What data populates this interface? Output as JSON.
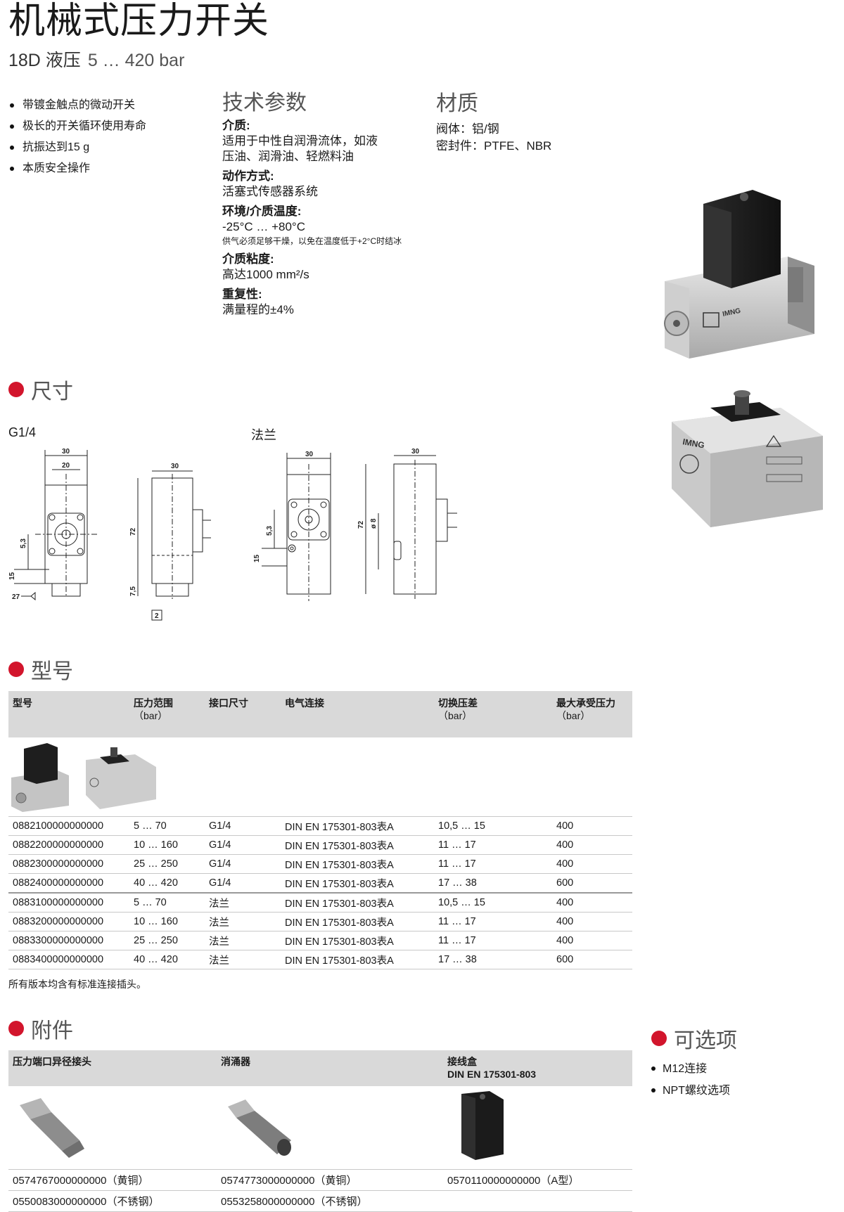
{
  "header": {
    "title": "机械式压力开关",
    "subtitle_model": "18D 液压",
    "subtitle_range": "5 … 420 bar"
  },
  "features": [
    "带镀金触点的微动开关",
    "极长的开关循环使用寿命",
    "抗振达到15 g",
    "本质安全操作"
  ],
  "params": {
    "heading": "技术参数",
    "medium_label": "介质:",
    "medium_line1": "适用于中性自润滑流体，如液",
    "medium_line2": "压油、润滑油、轻燃料油",
    "action_label": "动作方式:",
    "action_value": "活塞式传感器系统",
    "temp_label": "环境/介质温度:",
    "temp_value": "-25°C … +80°C",
    "temp_note": "供气必须足够干燥，以免在温度低于+2°C时结冰",
    "visc_label": "介质粘度:",
    "visc_value": "高达1000 mm²/s",
    "repeat_label": "重复性:",
    "repeat_value": "满量程的±4%"
  },
  "material": {
    "heading": "材质",
    "body": "阀体：铝/钢",
    "seal": "密封件：PTFE、NBR"
  },
  "dimensions": {
    "heading": "尺寸",
    "label_g14": "G1/4",
    "label_flange": "法兰",
    "d30": "30",
    "d20": "20",
    "d53": "5,3",
    "d15": "15",
    "d27": "27",
    "d72": "72",
    "d75": "7,5",
    "d2": "2",
    "d8": "ø 8"
  },
  "brand": "IMNG",
  "models": {
    "heading": "型号",
    "columns": [
      "型号",
      "压力范围",
      "接口尺寸",
      "电气连接",
      "切换压差",
      "最大承受压力"
    ],
    "units": {
      "c1": "（bar）",
      "c4": "（bar）",
      "c5": "（bar）"
    },
    "rows": [
      [
        "0882100000000000",
        "5 … 70",
        "G1/4",
        "DIN EN 175301-803表A",
        "10,5 … 15",
        "400"
      ],
      [
        "0882200000000000",
        "10 … 160",
        "G1/4",
        "DIN EN 175301-803表A",
        "11 … 17",
        "400"
      ],
      [
        "0882300000000000",
        "25 … 250",
        "G1/4",
        "DIN EN 175301-803表A",
        "11 … 17",
        "400"
      ],
      [
        "0882400000000000",
        "40 … 420",
        "G1/4",
        "DIN EN 175301-803表A",
        "17 … 38",
        "600"
      ],
      [
        "0883100000000000",
        "5 … 70",
        "法兰",
        "DIN EN 175301-803表A",
        "10,5 … 15",
        "400"
      ],
      [
        "0883200000000000",
        "10 … 160",
        "法兰",
        "DIN EN 175301-803表A",
        "11 … 17",
        "400"
      ],
      [
        "0883300000000000",
        "25 … 250",
        "法兰",
        "DIN EN 175301-803表A",
        "11 … 17",
        "400"
      ],
      [
        "0883400000000000",
        "40 … 420",
        "法兰",
        "DIN EN 175301-803表A",
        "17 … 38",
        "600"
      ]
    ],
    "note": "所有版本均含有标准连接插头。"
  },
  "accessories": {
    "heading": "附件",
    "col1": "压力端口异径接头",
    "col2": "消涌器",
    "col3_line1": "接线盒",
    "col3_line2": "DIN EN 175301-803",
    "r1": [
      "0574767000000000（黄铜）",
      "0574773000000000（黄铜）",
      "0570110000000000（A型）"
    ],
    "r2": [
      "0550083000000000（不锈钢）",
      "0553258000000000（不锈钢）",
      ""
    ]
  },
  "options": {
    "heading": "可选项",
    "items": [
      "M12连接",
      "NPT螺纹选项"
    ]
  }
}
